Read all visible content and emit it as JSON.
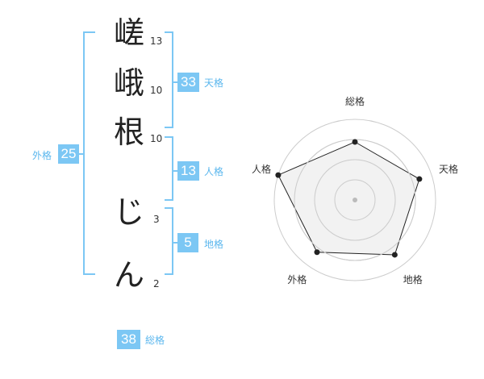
{
  "name": {
    "chars": [
      {
        "char": "嵯",
        "strokes": "13"
      },
      {
        "char": "峨",
        "strokes": "10"
      },
      {
        "char": "根",
        "strokes": "10"
      },
      {
        "char": "じ",
        "strokes": "3"
      },
      {
        "char": "ん",
        "strokes": "2"
      }
    ]
  },
  "kakusu": {
    "tenkaku": {
      "value": "33",
      "label": "天格"
    },
    "jinkaku": {
      "value": "13",
      "label": "人格"
    },
    "chikaku": {
      "value": "5",
      "label": "地格"
    },
    "gaikaku": {
      "value": "25",
      "label": "外格"
    },
    "soukaku": {
      "value": "38",
      "label": "総格"
    }
  },
  "chart_data": {
    "type": "radar",
    "axes": [
      "総格",
      "天格",
      "地格",
      "外格",
      "人格"
    ],
    "values": [
      0.72,
      0.84,
      0.84,
      0.8,
      1.0
    ],
    "range": [
      0,
      1
    ],
    "rings": 4,
    "colors": {
      "fill": "#f0f0f0",
      "line": "#222222",
      "ring": "#cccccc",
      "center": "#bbbbbb"
    }
  },
  "colors": {
    "accent": "#7cc7f4",
    "accent_text": "#5bb7ee"
  }
}
